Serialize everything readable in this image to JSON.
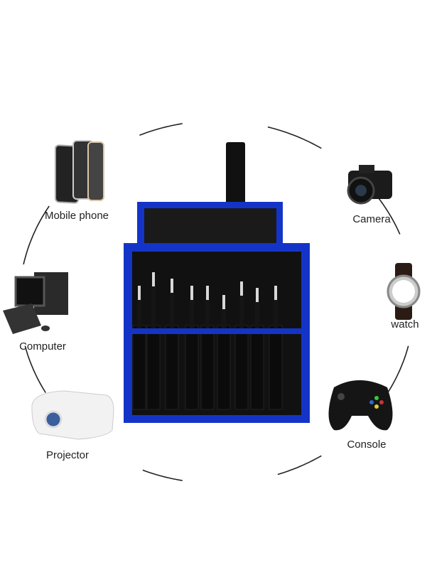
{
  "labels": {
    "mobile_phone": "Mobile phone",
    "camera": "Camera",
    "watch": "watch",
    "computer": "Computer",
    "console": "Console",
    "projector": "Projector"
  },
  "colors": {
    "pouch_border": "#1434c8",
    "pouch_body": "#111111",
    "ring": "#222222"
  }
}
